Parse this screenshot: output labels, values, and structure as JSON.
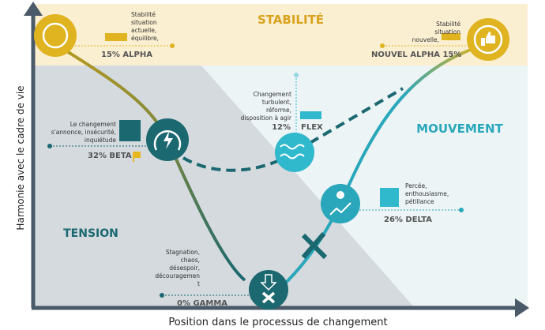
{
  "zones": {
    "top": "STABILITÉ",
    "left": "TENSION",
    "right": "MOUVEMENT"
  },
  "axes": {
    "y": "Harmonie avec le cadre de vie",
    "x": "Position dans le processus de changement"
  },
  "stages": {
    "alpha": {
      "desc": [
        "Stabilité",
        "situation",
        "actuelle,",
        "équilibre,"
      ],
      "label": "15% ALPHA",
      "icon": "refresh-cycle-icon"
    },
    "beta": {
      "desc": [
        "Le changement",
        "s'annonce, insécurité,",
        "inquiétude"
      ],
      "label": "32% BETA",
      "icon": "lightning-cycle-icon"
    },
    "gamma": {
      "desc": [
        "Stagnation,",
        "chaos,",
        "désespoir,",
        "découragemen",
        "t"
      ],
      "label": "0% GAMMA",
      "icon": "down-arrow-x-icon"
    },
    "flex": {
      "desc": [
        "Changement",
        "turbulent,",
        "réforme,",
        "disposition à agir"
      ],
      "pct": "12%",
      "label": "FLEX",
      "icon": "waves-arrows-icon"
    },
    "delta": {
      "desc": [
        "Percée,",
        "enthousiasme,",
        "pétillance"
      ],
      "label": "26% DELTA",
      "icon": "lightbulb-growth-icon"
    },
    "new_alpha": {
      "desc": [
        "Stabilité",
        "situation",
        "nouvelle,"
      ],
      "label": "NOUVEL ALPHA 15%",
      "icon": "thumbs-up-cycle-icon"
    }
  },
  "colors": {
    "gold": "#e0b321",
    "dark_teal": "#1b6870",
    "teal": "#2aa7ba",
    "light_teal": "#30b8cc",
    "beige": "#fbefd2",
    "grey": "#d4dade",
    "light": "#ecf4f6"
  }
}
